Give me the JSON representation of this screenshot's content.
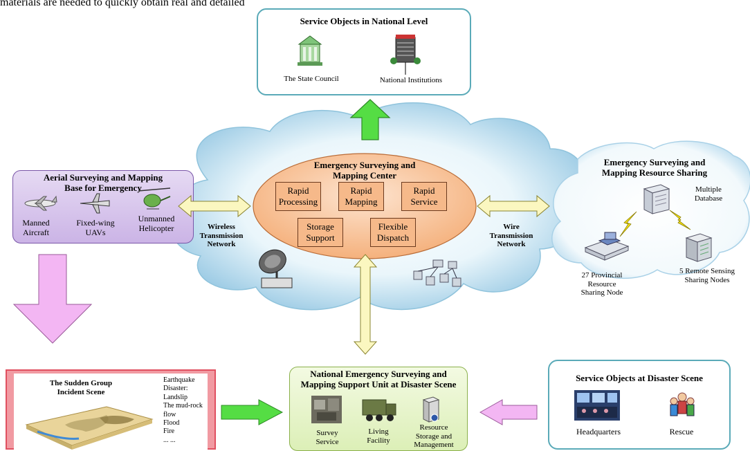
{
  "top_text": "materials are needed to quickly obtain real and detailed",
  "national_level": {
    "title": "Service Objects in National Level",
    "items": [
      "The State Council",
      "National Institutions"
    ]
  },
  "center": {
    "title_line1": "Emergency Surveying and",
    "title_line2": "Mapping Center",
    "cells": [
      {
        "l1": "Rapid",
        "l2": "Processing"
      },
      {
        "l1": "Rapid",
        "l2": "Mapping"
      },
      {
        "l1": "Rapid",
        "l2": "Service"
      },
      {
        "l1": "Storage",
        "l2": "Support"
      },
      {
        "l1": "Flexible",
        "l2": "Dispatch"
      }
    ]
  },
  "aerial_base": {
    "title_line1": "Aerial Surveying and Mapping",
    "title_line2": "Base for Emergency",
    "items": [
      {
        "l1": "Manned",
        "l2": "Aircraft"
      },
      {
        "l1": "Fixed-wing",
        "l2": "UAVs"
      },
      {
        "l1": "Unmanned",
        "l2": "Helicopter"
      }
    ]
  },
  "wireless": {
    "l1": "Wireless",
    "l2": "Transmission",
    "l3": "Network"
  },
  "wire": {
    "l1": "Wire",
    "l2": "Transmission",
    "l3": "Network"
  },
  "resource_sharing": {
    "title_line1": "Emergency Surveying and",
    "title_line2": "Mapping Resource Sharing",
    "database": {
      "l1": "Multiple",
      "l2": "Database"
    },
    "provincial": {
      "l1": "27 Provincial",
      "l2": "Resource",
      "l3": "Sharing Node"
    },
    "remote": {
      "l1": "5 Remote Sensing",
      "l2": "Sharing Nodes"
    }
  },
  "incident": {
    "title_line1": "The Sudden Group",
    "title_line2": "Incident Scene",
    "list": [
      "Earthquake",
      "Disaster:",
      "Landslip",
      "The mud-rock",
      "flow",
      "Flood",
      "Fire",
      "... ..."
    ]
  },
  "support_unit": {
    "title_line1": "National Emergency Surveying and",
    "title_line2": "Mapping Support Unit at Disaster Scene",
    "items": [
      {
        "l1": "Survey",
        "l2": "Service",
        "l3": ""
      },
      {
        "l1": "Living",
        "l2": "Facility",
        "l3": ""
      },
      {
        "l1": "Resource",
        "l2": "Storage and",
        "l3": "Management"
      }
    ]
  },
  "disaster_scene": {
    "title": "Service Objects at Disaster Scene",
    "items": [
      "Headquarters",
      "Rescue"
    ]
  },
  "colors": {
    "green_arrow": "#55dd44",
    "pink_arrow": "#f3b6f3",
    "yellow_arrow": "#fbf7c0",
    "teal_border": "#5aaab8",
    "red_border": "#e05060",
    "purple_fill": "#d8c6ec",
    "green_fill": "#eaf5cf",
    "orange_fill": "#f7c29c"
  }
}
